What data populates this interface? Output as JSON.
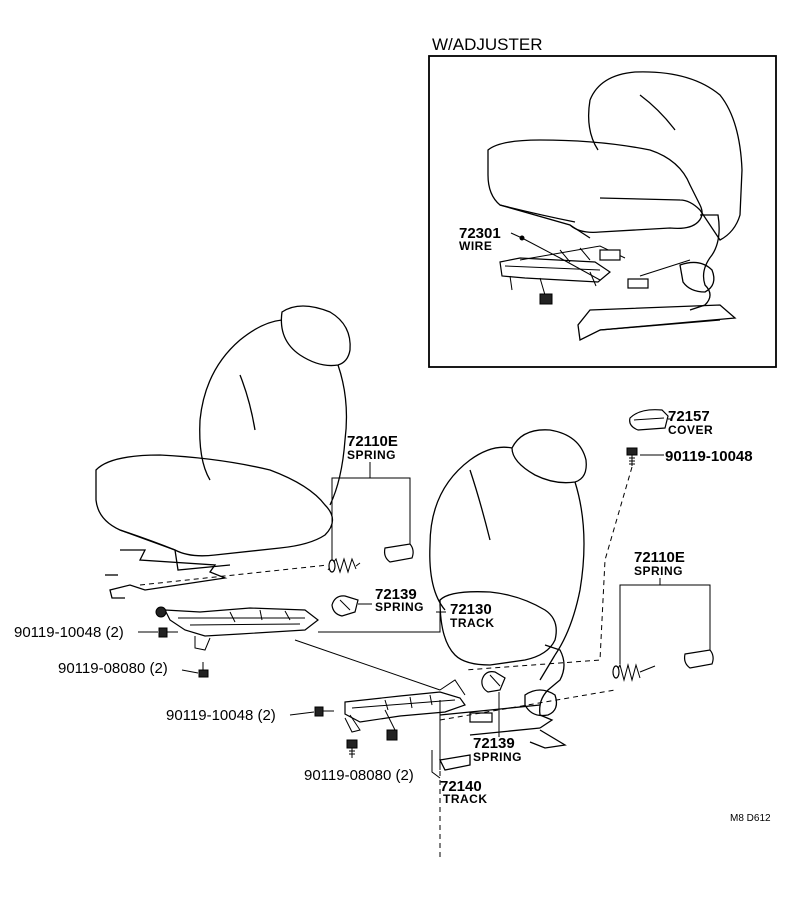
{
  "inset": {
    "title": "W/ADJUSTER"
  },
  "labels": {
    "wire_num": "72301",
    "wire_name": "WIRE",
    "cover_num": "72157",
    "cover_name": "COVER",
    "bolt_cover": "90119-10048",
    "spring_l_num": "72110E",
    "spring_l_name": "SPRING",
    "spring_r_num": "72110E",
    "spring_r_name": "SPRING",
    "spring_u_num": "72139",
    "spring_u_name": "SPRING",
    "track_u_num": "72130",
    "track_u_name": "TRACK",
    "bolt_l1": "90119-10048 (2)",
    "bolt_l2": "90119-08080 (2)",
    "bolt_m1": "90119-10048 (2)",
    "bolt_m2": "90119-08080 (2)",
    "spring_b_num": "72139",
    "spring_b_name": "SPRING",
    "track_b_num": "72140",
    "track_b_name": "TRACK",
    "code": "M8  D612"
  }
}
